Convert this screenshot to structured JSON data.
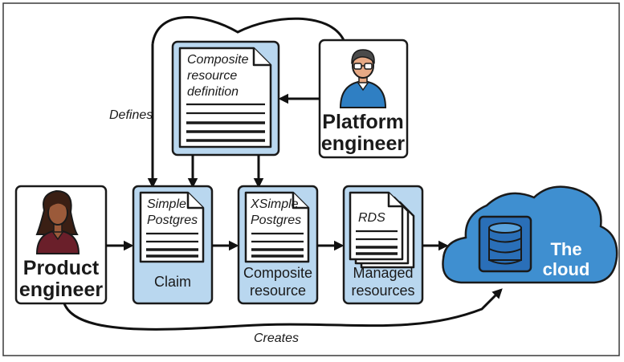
{
  "crd": {
    "line1": "Composite",
    "line2": "resource",
    "line3": "definition"
  },
  "platform_engineer": {
    "line1": "Platform",
    "line2": "engineer"
  },
  "product_engineer": {
    "line1": "Product",
    "line2": "engineer"
  },
  "claim": {
    "doc_line1": "Simple",
    "doc_line2": "Postgres",
    "label": "Claim"
  },
  "composite_resource": {
    "doc_line1": "XSimple",
    "doc_line2": "Postgres",
    "label_line1": "Composite",
    "label_line2": "resource"
  },
  "managed_resources": {
    "doc_label": "RDS",
    "label_line1": "Managed",
    "label_line2": "resources"
  },
  "cloud": {
    "line1": "The",
    "line2": "cloud"
  },
  "edges": {
    "defines": "Defines",
    "creates": "Creates"
  },
  "colors": {
    "box_fill": "#b9d7ef",
    "cloud_fill": "#3f8fd0",
    "cloud_dark": "#1f5f9e",
    "database": "#2a6fb8",
    "platform_shirt": "#2f7fc3",
    "product_shirt": "#6a1f2a"
  }
}
